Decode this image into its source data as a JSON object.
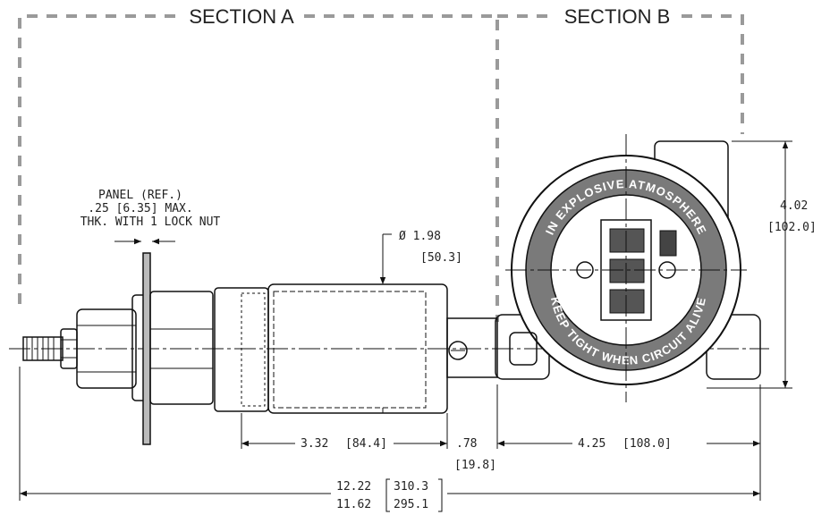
{
  "sections": {
    "a": "SECTION A",
    "b": "SECTION B"
  },
  "panel_note": {
    "line1": "PANEL (REF.)",
    "line2": ".25 [6.35] MAX.",
    "line3": "THK. WITH 1 LOCK NUT"
  },
  "housing_markings": {
    "top": "IN EXPLOSIVE ATMOSPHERE",
    "bottom": "KEEP TIGHT WHEN CIRCUIT ALIVE"
  },
  "dimensions": {
    "diameter": {
      "in": "Ø 1.98",
      "mm": "[50.3]"
    },
    "height_b": {
      "in": "4.02",
      "mm": "[102.0]"
    },
    "body_length": {
      "in": "3.32",
      "mm": "[84.4]"
    },
    "neck_length": {
      "in": ".78",
      "mm": "[19.8]"
    },
    "section_b_length": {
      "in": "4.25",
      "mm": "[108.0]"
    },
    "overall_max": {
      "in": "12.22",
      "mm": "310.3"
    },
    "overall_min": {
      "in": "11.62",
      "mm": "295.1"
    }
  }
}
